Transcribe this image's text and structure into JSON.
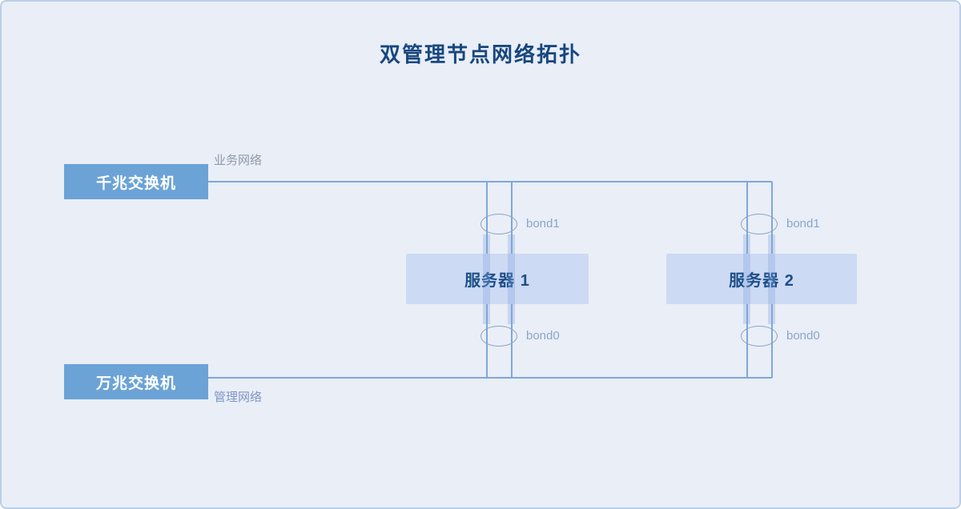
{
  "title": "双管理节点网络拓扑",
  "colors": {
    "background": "#e9eef7",
    "border": "#b9cfe7",
    "title": "#17477f",
    "switch_bg": "#6ba3d6",
    "switch_text": "#ffffff",
    "server_bg": "#ccdaf3",
    "server_text": "#1d4e89",
    "line": "#7fa8d4",
    "ellipse": "#8aa3c6",
    "port_bar": "rgba(130,165,225,0.33)",
    "bond_label": "#8ba4c8",
    "biz_label": "#8f9aaa",
    "mgmt_label": "#7e95c4"
  },
  "nodes": {
    "switch_top": {
      "label": "千兆交换机"
    },
    "switch_bottom": {
      "label": "万兆交换机"
    },
    "server1": {
      "label": "服务器 1"
    },
    "server2": {
      "label": "服务器 2"
    }
  },
  "labels": {
    "business_network": "业务网络",
    "management_network": "管理网络",
    "server1_bond1": "bond1",
    "server2_bond1": "bond1",
    "server1_bond0": "bond0",
    "server2_bond0": "bond0"
  }
}
